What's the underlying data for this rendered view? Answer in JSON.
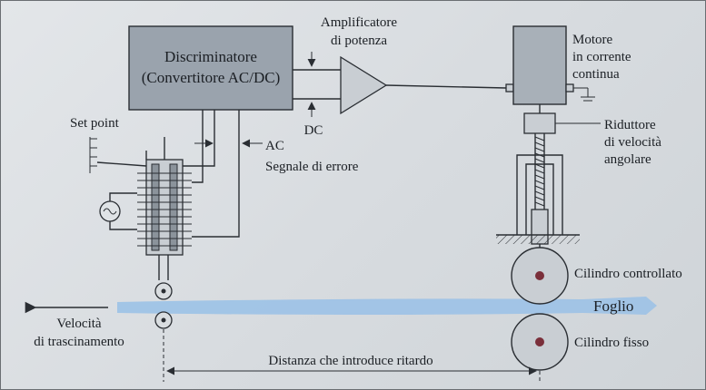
{
  "labels": {
    "discriminator_line1": "Discriminatore",
    "discriminator_line2": "(Convertitore AC/DC)",
    "amplifier_line1": "Amplificatore",
    "amplifier_line2": "di potenza",
    "motor_line1": "Motore",
    "motor_line2": "in corrente",
    "motor_line3": "continua",
    "reducer_line1": "Riduttore",
    "reducer_line2": "di velocità",
    "reducer_line3": "angolare",
    "set_point": "Set point",
    "ac": "AC",
    "dc": "DC",
    "error_signal": "Segnale di errore",
    "controlled_cylinder": "Cilindro controllato",
    "sheet": "Foglio",
    "fixed_cylinder": "Cilindro fisso",
    "speed_line1": "Velocità",
    "speed_line2": "di trascinamento",
    "delay_distance": "Distanza che introduce ritardo"
  },
  "colors": {
    "sheet_band": "#9fc3e6",
    "box_fill": "#9aa3ad",
    "line": "#2a2e33"
  }
}
